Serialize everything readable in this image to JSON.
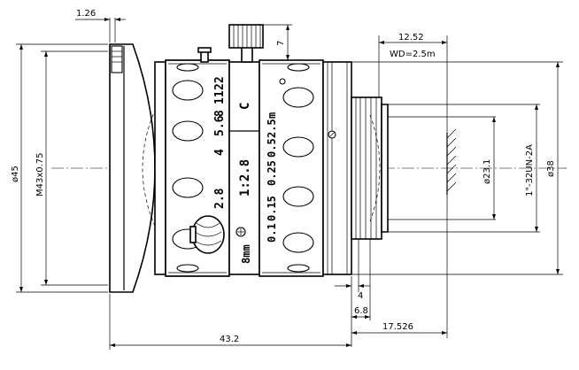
{
  "dimensions": {
    "flange_thickness": "1.26",
    "knob_height": "7",
    "back_length": "12.52",
    "working_distance": "WD=2.5m",
    "outer_diameter": "ø45",
    "filter_thread": "M43x0.75",
    "sensor_diameter": "ø23.1",
    "mount_thread": "1\"-32UN-2A",
    "body_diameter": "ø38",
    "dim_4": "4",
    "dim_6_8": "6.8",
    "flange_back": "17.526",
    "total_length": "43.2"
  },
  "lens_markings": {
    "aperture_values": [
      "2.8",
      "4",
      "5.6",
      "8",
      "11",
      "22"
    ],
    "aperture_ratio": "1:2.8",
    "mount": "C",
    "focal_length": "8mm",
    "distance_values": [
      "0.1",
      "0.15",
      "0.25",
      "0.5",
      "2.5",
      "m"
    ]
  }
}
